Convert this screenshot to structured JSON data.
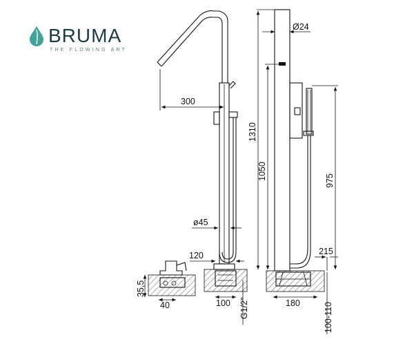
{
  "brand": {
    "name": "BRUMA",
    "tagline": "THE FLOWING ART",
    "accent_color": "#3fa39a",
    "icon": "water-drop-icon"
  },
  "dimensions": {
    "spout_reach": "300",
    "spout_diameter": "ø45",
    "base_offset": "120",
    "base_width": "100",
    "connection": "G1/2\"",
    "small_view_width": "40",
    "small_view_height": "35,5",
    "pipe_diameter": "Ø24",
    "total_height": "1310",
    "body_height": "1050",
    "handshower_height": "975",
    "handshower_offset": "215",
    "base_depth": "180",
    "floor_range": "100-110"
  }
}
